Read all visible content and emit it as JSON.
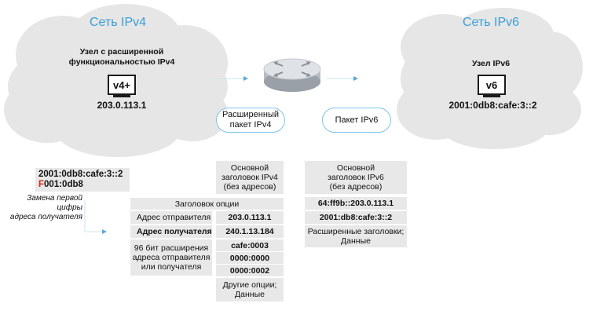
{
  "ipv4_cloud": {
    "title": "Сеть IPv4",
    "node_label_line1": "Узел с расширенной",
    "node_label_line2": "функциональностью IPv4",
    "monitor_label": "v4+",
    "address": "203.0.113.1"
  },
  "ipv6_cloud": {
    "title": "Сеть IPv6",
    "node_label": "Узел IPv6",
    "monitor_label": "v6",
    "address": "2001:0db8:cafe:3::2"
  },
  "packets": {
    "extended_ipv4_line1": "Расширенный",
    "extended_ipv4_line2": "пакет IPv4",
    "ipv6_packet": "Пакет IPv6"
  },
  "address_note": {
    "line1": "2001:0db8:cafe:3::2",
    "line2_highlight": "F",
    "line2_rest": "001:0db8",
    "caption_line1": "Замена первой цифры",
    "caption_line2": "адреса получателя"
  },
  "ipv4_header": {
    "base_line1": "Основной",
    "base_line2": "заголовок IPv4",
    "base_line3": "(без адресов)",
    "option_header": "Заголовок опции",
    "source_label": "Адрес отправителя",
    "source_value": "203.0.113.1",
    "dest_label": "Адрес получателя",
    "dest_value": "240.1.13.184",
    "ext_label_line1": "96 бит расширения",
    "ext_label_line2": "адреса отправителя",
    "ext_label_line3": "или получателя",
    "ext_value1": "cafe:0003",
    "ext_value2": "0000:0000",
    "ext_value3": "0000:0002",
    "other_line1": "Другие опции;",
    "other_line2": "Данные"
  },
  "ipv6_header": {
    "base_line1": "Основной",
    "base_line2": "заголовок IPv6",
    "base_line3": "(без адресов)",
    "source_value": "64:ff9b::203.0.113.1",
    "dest_value": "2001:db8:cafe:3::2",
    "ext_line1": "Расширенные заголовки;",
    "ext_line2": "Данные"
  },
  "colors": {
    "cloud_fill": "#e6e6e6",
    "cloud_title": "#3a9fd6",
    "pill_border": "#7cc3e8",
    "arrow": "#5aa9d6",
    "box_fill": "#e8e8e8",
    "highlight": "#d9261c"
  },
  "icons": {
    "router": "router-icon",
    "ipv4_host": "monitor-icon",
    "ipv6_host": "monitor-icon"
  }
}
